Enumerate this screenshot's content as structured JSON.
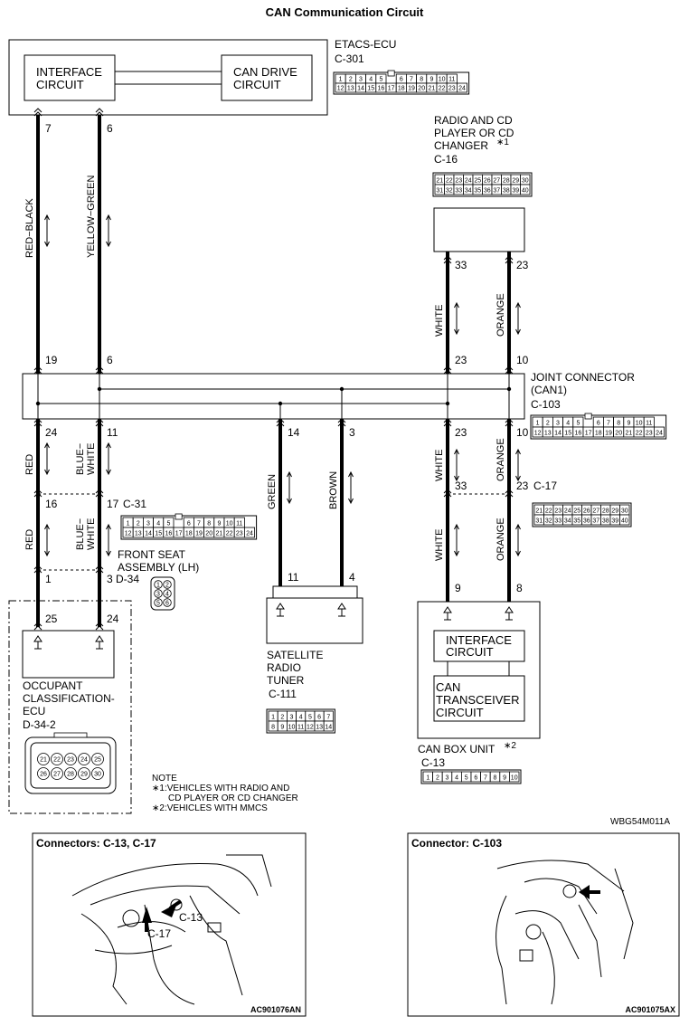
{
  "title": "CAN Communication Circuit",
  "etacs": {
    "name": "ETACS-ECU",
    "connector": "C-301",
    "interface": [
      "INTERFACE",
      "CIRCUIT"
    ],
    "can_drive": [
      "CAN DRIVE",
      "CIRCUIT"
    ],
    "pins": [
      "7",
      "6"
    ],
    "wires": [
      "RED−BLACK",
      "YELLOW−GREEN"
    ],
    "conn_top": [
      "1",
      "2",
      "3",
      "4",
      "5",
      "6",
      "7",
      "8",
      "9",
      "10",
      "11"
    ],
    "conn_bottom": [
      "12",
      "13",
      "14",
      "15",
      "16",
      "17",
      "18",
      "19",
      "20",
      "21",
      "22",
      "23",
      "24"
    ]
  },
  "radio": {
    "name": [
      "RADIO AND CD",
      "PLAYER OR CD",
      "CHANGER"
    ],
    "mark": "∗1",
    "connector": "C-16",
    "pins": [
      "33",
      "23"
    ],
    "wires": [
      "WHITE",
      "ORANGE"
    ],
    "conn_top": [
      "21",
      "22",
      "23",
      "24",
      "25",
      "26",
      "27",
      "28",
      "29",
      "30"
    ],
    "conn_bottom": [
      "31",
      "32",
      "33",
      "34",
      "35",
      "36",
      "37",
      "38",
      "39",
      "40"
    ]
  },
  "joint": {
    "name": [
      "JOINT CONNECTOR",
      "(CAN1)"
    ],
    "connector": "C-103",
    "top_pins": [
      "19",
      "6",
      "23",
      "10"
    ],
    "bottom_pins": [
      "24",
      "11",
      "14",
      "3",
      "23",
      "10"
    ],
    "conn_top": [
      "1",
      "2",
      "3",
      "4",
      "5",
      "6",
      "7",
      "8",
      "9",
      "10",
      "11"
    ],
    "conn_bottom": [
      "12",
      "13",
      "14",
      "15",
      "16",
      "17",
      "18",
      "19",
      "20",
      "21",
      "22",
      "23",
      "24"
    ]
  },
  "wires_below_joint": [
    "RED",
    "BLUE−",
    "WHITE",
    "GREEN",
    "BROWN",
    "WHITE",
    "ORANGE"
  ],
  "c31": {
    "connector": "C-31",
    "pins": [
      "16",
      "17"
    ],
    "conn_top": [
      "1",
      "2",
      "3",
      "4",
      "5",
      "6",
      "7",
      "8",
      "9",
      "10",
      "11"
    ],
    "conn_bottom": [
      "12",
      "13",
      "14",
      "15",
      "16",
      "17",
      "18",
      "19",
      "20",
      "21",
      "22",
      "23",
      "24"
    ]
  },
  "c17": {
    "connector": "C-17",
    "pins": [
      "33",
      "23"
    ],
    "conn_top": [
      "21",
      "22",
      "23",
      "24",
      "25",
      "26",
      "27",
      "28",
      "29",
      "30"
    ],
    "conn_bottom": [
      "31",
      "32",
      "33",
      "34",
      "35",
      "36",
      "37",
      "38",
      "39",
      "40"
    ]
  },
  "wires_lower": [
    "RED",
    "BLUE−",
    "WHITE",
    "WHITE",
    "ORANGE"
  ],
  "front_seat": {
    "name": [
      "FRONT SEAT",
      "ASSEMBLY (LH)"
    ],
    "connector": "D-34",
    "pins": [
      "1",
      "3"
    ],
    "conn": [
      "1",
      "2",
      "3",
      "4",
      "5",
      "6"
    ]
  },
  "occupant": {
    "pins": [
      "25",
      "24"
    ],
    "name": [
      "OCCUPANT",
      "CLASSIFICATION-",
      "ECU"
    ],
    "connector": "D-34-2",
    "conn_top": [
      "21",
      "22",
      "23",
      "24",
      "25"
    ],
    "conn_bottom": [
      "26",
      "27",
      "28",
      "29",
      "30"
    ]
  },
  "satellite": {
    "pins": [
      "11",
      "4"
    ],
    "name": [
      "SATELLITE",
      "RADIO",
      "TUNER"
    ],
    "connector": "C-111",
    "conn_top": [
      "1",
      "2",
      "3",
      "4",
      "5",
      "6",
      "7"
    ],
    "conn_bottom": [
      "8",
      "9",
      "10",
      "11",
      "12",
      "13",
      "14"
    ]
  },
  "canbox": {
    "pins": [
      "9",
      "8"
    ],
    "interface": [
      "INTERFACE",
      "CIRCUIT"
    ],
    "transceiver": [
      "CAN",
      "TRANSCEIVER",
      "CIRCUIT"
    ],
    "name": "CAN BOX UNIT",
    "mark": "∗2",
    "connector": "C-13",
    "conn": [
      "1",
      "2",
      "3",
      "4",
      "5",
      "6",
      "7",
      "8",
      "9",
      "10"
    ]
  },
  "note": {
    "heading": "NOTE",
    "line1": "∗1:VEHICLES WITH RADIO AND",
    "line1b": "CD PLAYER OR CD CHANGER",
    "line2": "∗2:VEHICLES WITH MMCS"
  },
  "code": "WBG54M011A",
  "photo_left": {
    "title": "Connectors: C-13, C-17",
    "label_a": "C-13",
    "label_b": "C-17",
    "code": "AC901076AN"
  },
  "photo_right": {
    "title": "Connector: C-103",
    "code": "AC901075AX"
  }
}
